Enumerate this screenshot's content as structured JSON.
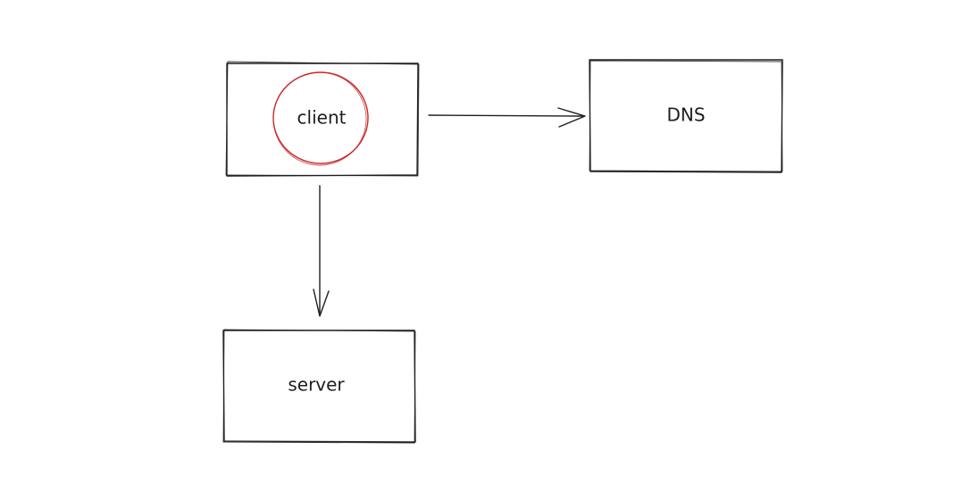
{
  "nodes": {
    "client": {
      "label": "client"
    },
    "dns": {
      "label": "DNS"
    },
    "server": {
      "label": "server"
    }
  },
  "colors": {
    "stroke": "#1e1e1e",
    "highlight": "#c92a2a",
    "background": "#ffffff"
  },
  "icons": {
    "highlight": "circle-highlight"
  }
}
